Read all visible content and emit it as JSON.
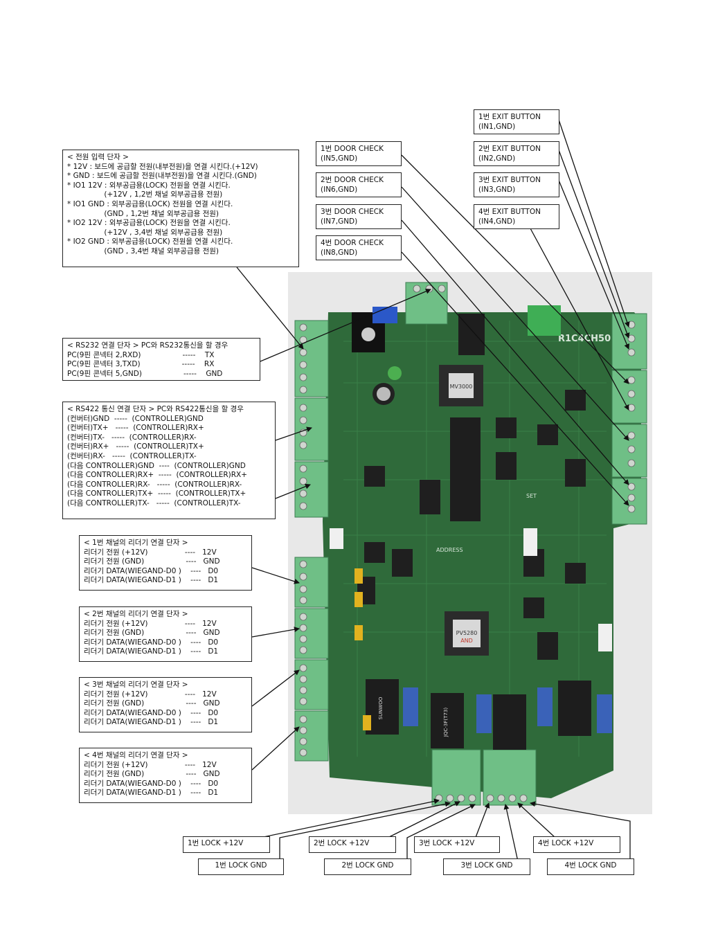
{
  "power_box": {
    "lines": [
      "< 전원 입력 단자 >",
      "* 12V : 보드에 공급할 전원(내부전원)을 연결 시킨다.(+12V)",
      "* GND : 보드에 공급할 전원(내부전원)을 연결 시킨다.(GND)",
      "* IO1 12V : 외부공급용(LOCK) 전원을 연결 시킨다.",
      "                (+12V , 1,2번 채널 외부공급용 전원)",
      "* IO1 GND : 외부공급용(LOCK) 전원을 연결 시킨다.",
      "                (GND , 1,2번 채널 외부공급용 전원)",
      "* IO2 12V : 외부공급용(LOCK) 전원을 연결 시킨다.",
      "                (+12V , 3,4번 채널 외부공급용 전원)",
      "* IO2 GND : 외부공급용(LOCK) 전원을 연결 시킨다.",
      "                (GND , 3,4번 채널 외부공급용 전원)"
    ]
  },
  "rs232_box": {
    "lines": [
      "< RS232 연결 단자 > PC와 RS232통신을 할 경우",
      "PC(9핀 콘넥터 2,RXD)                  -----    TX",
      "PC(9핀 콘넥터 3,TXD)                  -----    RX",
      "PC(9핀 콘넥터 5,GND)                  -----    GND"
    ]
  },
  "rs422_box": {
    "lines": [
      "< RS422 통신 연결 단자 > PC와 RS422통신을 할 경우",
      "(컨버터)GND  -----  (CONTROLLER)GND",
      "(컨버터)TX+   -----  (CONTROLLER)RX+",
      "(컨버터)TX-   -----  (CONTROLLER)RX-",
      "(컨버터)RX+   -----  (CONTROLLER)TX+",
      "(컨버터)RX-   -----  (CONTROLLER)TX-",
      "",
      "(다음 CONTROLLER)GND  ----  (CONTROLLER)GND",
      "(다음 CONTROLLER)RX+  -----  (CONTROLLER)RX+",
      "(다음 CONTROLLER)RX-   -----  (CONTROLLER)RX-",
      "(다음 CONTROLLER)TX+  -----  (CONTROLLER)TX+",
      "(다음 CONTROLLER)TX-   -----  (CONTROLLER)TX-"
    ]
  },
  "reader_boxes": [
    {
      "lines": [
        "< 1번 채널의 리더기 연결 단자 >",
        "리더기 전원 (+12V)                ----   12V",
        "리더기 전원 (GND)                  ----   GND",
        "리더기 DATA(WIEGAND-D0 )    ----   D0",
        "리더기 DATA(WIEGAND-D1 )    ----   D1"
      ]
    },
    {
      "lines": [
        "< 2번 채널의 리더기 연결 단자 >",
        "리더기 전원 (+12V)                ----   12V",
        "리더기 전원 (GND)                  ----   GND",
        "리더기 DATA(WIEGAND-D0 )    ----   D0",
        "리더기 DATA(WIEGAND-D1 )    ----   D1"
      ]
    },
    {
      "lines": [
        "< 3번 채널의 리더기 연결 단자 >",
        "리더기 전원 (+12V)                ----   12V",
        "리더기 전원 (GND)                  ----   GND",
        "리더기 DATA(WIEGAND-D0 )    ----   D0",
        "리더기 DATA(WIEGAND-D1 )    ----   D1"
      ]
    },
    {
      "lines": [
        "< 4번 채널의 리더기 연결 단자 >",
        "리더기 전원 (+12V)                ----   12V",
        "리더기 전원 (GND)                  ----   GND",
        "리더기 DATA(WIEGAND-D0 )    ----   D0",
        "리더기 DATA(WIEGAND-D1 )    ----   D1"
      ]
    }
  ],
  "door_check": [
    {
      "title": "1번 DOOR CHECK",
      "pins": "(IN5,GND)"
    },
    {
      "title": "2번 DOOR CHECK",
      "pins": "(IN6,GND)"
    },
    {
      "title": "3번 DOOR CHECK",
      "pins": "(IN7,GND)"
    },
    {
      "title": "4번 DOOR CHECK",
      "pins": "(IN8,GND)"
    }
  ],
  "exit_button": [
    {
      "title": "1번 EXIT BUTTON",
      "pins": "(IN1,GND)"
    },
    {
      "title": "2번 EXIT BUTTON",
      "pins": "(IN2,GND)"
    },
    {
      "title": "3번 EXIT BUTTON",
      "pins": "(IN3,GND)"
    },
    {
      "title": "4번 EXIT BUTTON",
      "pins": "(IN4,GND)"
    }
  ],
  "lock_plus": [
    "1번 LOCK +12V",
    "2번 LOCK +12V",
    "3번 LOCK +12V",
    "4번 LOCK +12V"
  ],
  "lock_gnd": [
    "1번 LOCK GND",
    "2번 LOCK GND",
    "3번 LOCK GND",
    "4번 LOCK GND"
  ],
  "board": {
    "model_text": "R1C4CH50",
    "chip_labels": [
      "MV3000",
      "PV5280",
      "AND",
      "ADDRESS",
      "SET",
      "SUNWOO",
      "JQC-3F(T73)"
    ],
    "colors": {
      "pcb": "#2f6a3a",
      "terminal": "#6fbf86",
      "relay": "#1d1d1d",
      "relay_blue": "#3a62b8"
    }
  }
}
